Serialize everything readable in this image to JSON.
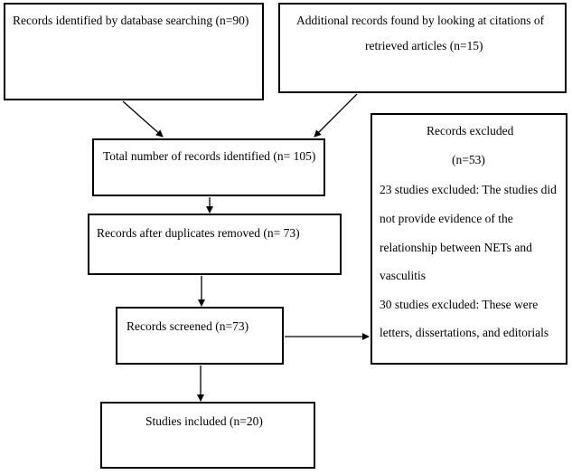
{
  "flowchart": {
    "db_search": "Records identified by database searching (n=90)",
    "additional": {
      "line1": "Additional records found by looking at citations of",
      "line2": "retrieved articles (n=15)"
    },
    "total": "Total number of records identified (n= 105)",
    "duplicates_removed": "Records after duplicates removed (n= 73)",
    "screened": "Records screened (n=73)",
    "included": "Studies included (n=20)",
    "excluded": {
      "title": "Records excluded",
      "count": "(n=53)",
      "reason1_lines": [
        "23 studies excluded: The studies did",
        "not provide evidence of the",
        "relationship between NETs and",
        "vasculitis"
      ],
      "reason2_lines": [
        "30 studies excluded: These were",
        "letters, dissertations, and editorials"
      ]
    }
  }
}
